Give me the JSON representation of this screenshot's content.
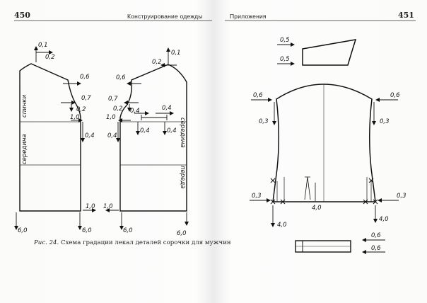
{
  "left_page": {
    "page_number": "450",
    "running_head": "Конструирование одежды",
    "caption_prefix": "Рис. 24.",
    "caption_text": "Схема градации лекал деталей сорочки для мужчин",
    "back_panel": {
      "labels": {
        "stinki": "спинки",
        "seredina": "середина"
      },
      "measures": {
        "top_up": "0,1",
        "top_side": "0,2",
        "shoulder": "0,6",
        "armhole_side": "0,7",
        "armhole_low": "0,2",
        "side_left": "1,0",
        "side_down": "0,4",
        "hem_side": "1,0",
        "bottom": "6,0",
        "bottom_right": "6,0"
      }
    },
    "front_panel": {
      "labels": {
        "seredina": "середина",
        "pereda": "переда"
      },
      "measures": {
        "top_up": "0,1",
        "top_side": "0,2",
        "shoulder": "0,6",
        "armhole_side": "0,7",
        "armhole_low": "0,2",
        "side_left": "1,0",
        "side_down": "0,4",
        "dart_a": "0,4",
        "dart_b": "0,4",
        "dart_c": "0,4",
        "dart_d": "0,4",
        "hem_side": "1,0",
        "bottom": "6,0",
        "bottom_right": "6,0"
      }
    }
  },
  "right_page": {
    "page_number": "451",
    "running_head": "Приложения",
    "yoke": {
      "top": "0,5",
      "bottom": "0,5"
    },
    "sleeve": {
      "cap_left": "0,6",
      "cap_right": "0,6",
      "side_left": "0,3",
      "side_right": "0,3",
      "cuff_left": "0,3",
      "cuff_right": "0,3",
      "bottom_width": "4,0",
      "bottom_left_down": "4,0",
      "bottom_right_down": "4,0"
    },
    "cuff": {
      "top": "0,6",
      "bottom": "0,6"
    }
  }
}
